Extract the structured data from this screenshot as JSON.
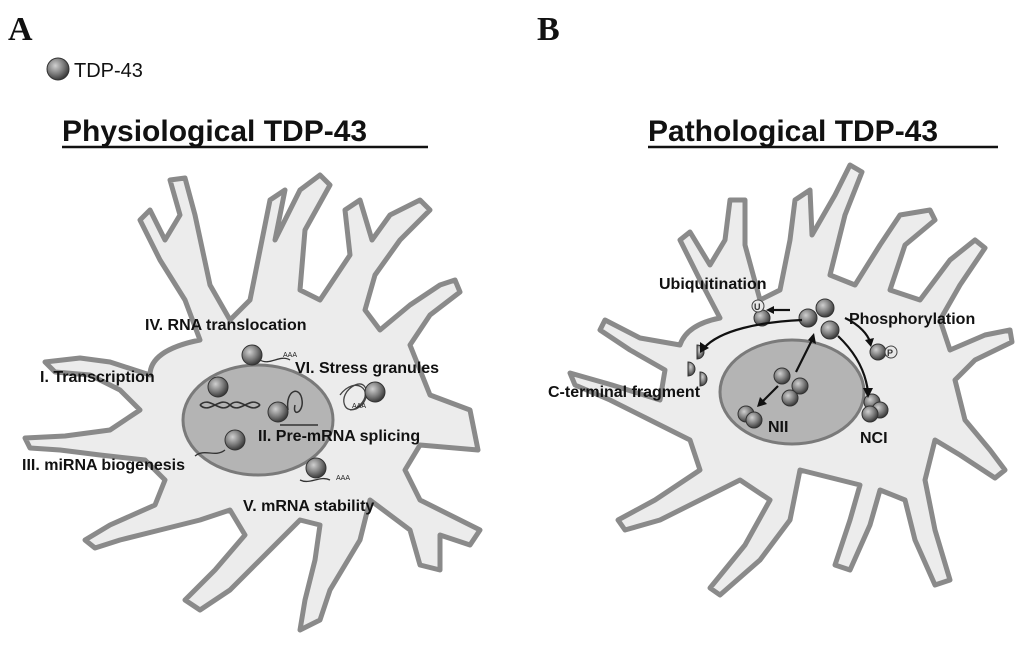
{
  "panels": {
    "a": {
      "letter": "A",
      "title": "Physiological TDP-43",
      "labels": {
        "rna_translocation": "IV. RNA translocation",
        "transcription": "I. Transcription",
        "stress_granules": "VI. Stress granules",
        "pre_mrna_splicing": "II. Pre-mRNA splicing",
        "mirna_biogenesis": "III. miRNA biogenesis",
        "mrna_stability": "V. mRNA stability"
      },
      "polya_1": "AAA",
      "polya_2": "AAA",
      "polya_3": "AAA"
    },
    "b": {
      "letter": "B",
      "title": "Pathological TDP-43",
      "labels": {
        "ubiquitination": "Ubiquitination",
        "phosphorylation": "Phosphorylation",
        "c_terminal_fragment": "C-terminal fragment",
        "nii": "NII",
        "nci": "NCI"
      },
      "ubiquitin_mark": "U",
      "phospho_mark": "P"
    }
  },
  "legend": {
    "label": "TDP-43"
  },
  "colors": {
    "cell_fill": "#ececec",
    "cell_outline": "#8a8a8a",
    "nucleus_fill": "#b4b4b4",
    "protein_dark": "#3c3c3c",
    "protein_light": "#d0d0d0"
  }
}
